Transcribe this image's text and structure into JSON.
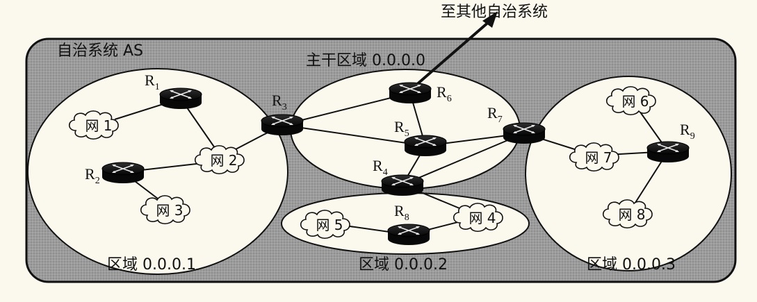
{
  "external_label": "至其他自治系统",
  "as_label": "自治系统 AS",
  "areas": {
    "backbone": "主干区域 0.0.0.0",
    "area1": "区域 0.0.0.1",
    "area2": "区域 0.0.0.2",
    "area3": "区域 0.0.0.3"
  },
  "routers": {
    "r1": {
      "base": "R",
      "sub": "1"
    },
    "r2": {
      "base": "R",
      "sub": "2"
    },
    "r3": {
      "base": "R",
      "sub": "3"
    },
    "r4": {
      "base": "R",
      "sub": "4"
    },
    "r5": {
      "base": "R",
      "sub": "5"
    },
    "r6": {
      "base": "R",
      "sub": "6"
    },
    "r7": {
      "base": "R",
      "sub": "7"
    },
    "r8": {
      "base": "R",
      "sub": "8"
    },
    "r9": {
      "base": "R",
      "sub": "9"
    }
  },
  "networks": {
    "n1": "网 1",
    "n2": "网 2",
    "n3": "网 3",
    "n4": "网 4",
    "n5": "网 5",
    "n6": "网 6",
    "n7": "网 7",
    "n8": "网 8"
  }
}
